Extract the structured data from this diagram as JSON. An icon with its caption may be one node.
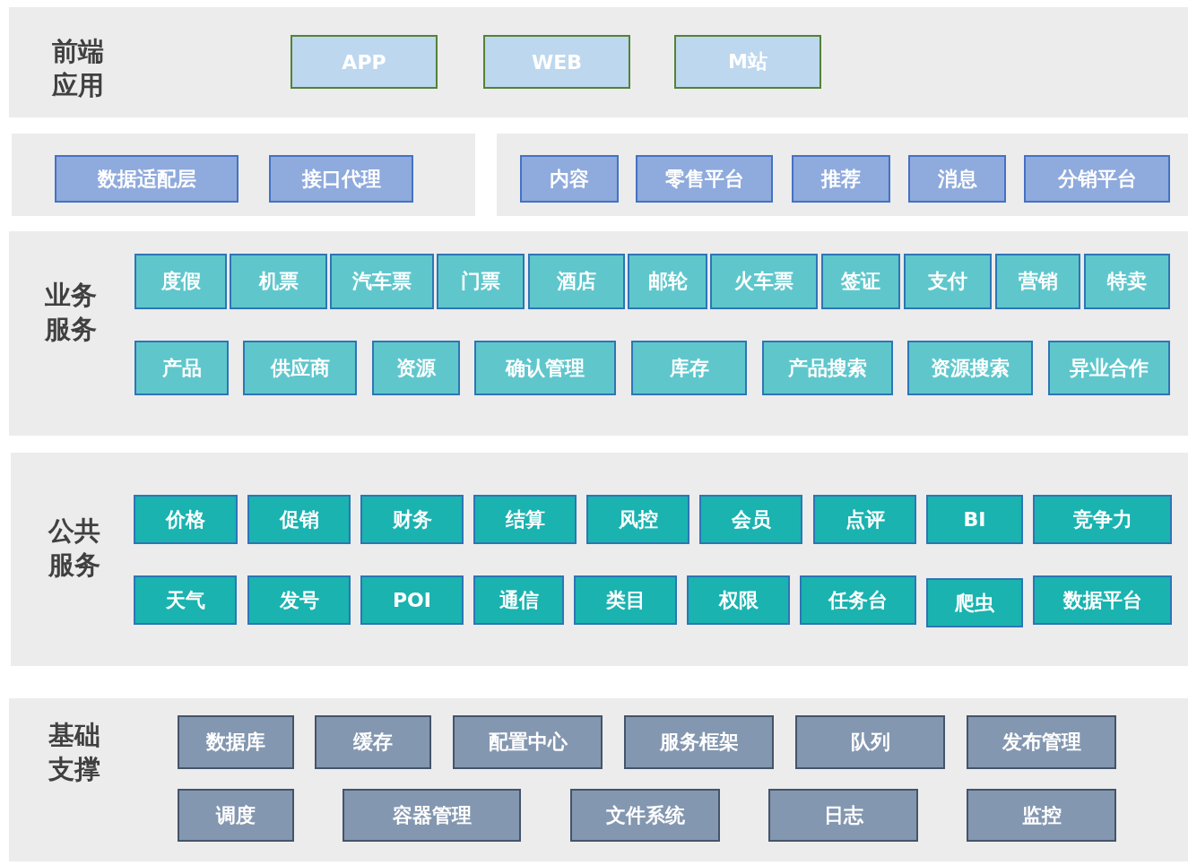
{
  "diagram": {
    "nodes": [
      {
        "text": [
          "前端应用"
        ]
      },
      {
        "text": [
          "APP"
        ],
        "in": 0
      },
      {
        "text": [
          "WEB"
        ],
        "in": 0
      },
      {
        "text": [
          "M站"
        ],
        "in": 0
      },
      {
        "text": [],
        "shape": "box"
      },
      {
        "text": [
          "数据适配层"
        ],
        "in": 4
      },
      {
        "text": [
          "接口代理"
        ],
        "in": 4
      },
      {
        "text": [],
        "shape": "box"
      },
      {
        "text": [
          "内容"
        ],
        "in": 7
      },
      {
        "text": [
          "零售平台"
        ],
        "in": 7
      },
      {
        "text": [
          "推荐"
        ],
        "in": 7
      },
      {
        "text": [
          "消息"
        ],
        "in": 7
      },
      {
        "text": [
          "分销平台"
        ],
        "in": 7
      },
      {
        "text": [
          "业务服务"
        ]
      },
      {
        "text": [
          "度假"
        ],
        "in": 13
      },
      {
        "text": [
          "机票"
        ],
        "in": 13
      },
      {
        "text": [
          "汽车票"
        ],
        "in": 13
      },
      {
        "text": [
          "门票"
        ],
        "in": 13
      },
      {
        "text": [
          "酒店"
        ],
        "in": 13
      },
      {
        "text": [
          "邮轮"
        ],
        "in": 13
      },
      {
        "text": [
          "火车票"
        ],
        "in": 13
      },
      {
        "text": [
          "签证"
        ],
        "in": 13
      },
      {
        "text": [
          "支付"
        ],
        "in": 13
      },
      {
        "text": [
          "营销"
        ],
        "in": 13
      },
      {
        "text": [
          "特卖"
        ],
        "in": 13
      },
      {
        "text": [
          "产品"
        ],
        "in": 13
      },
      {
        "text": [
          "供应商"
        ],
        "in": 13
      },
      {
        "text": [
          "资源"
        ],
        "in": 13
      },
      {
        "text": [
          "确认管理"
        ],
        "in": 13
      },
      {
        "text": [
          "库存"
        ],
        "in": 13
      },
      {
        "text": [
          "产品搜索"
        ],
        "in": 13
      },
      {
        "text": [
          "资源搜索"
        ],
        "in": 13
      },
      {
        "text": [
          "异业合作"
        ],
        "in": 13
      },
      {
        "text": [
          "公共服务"
        ]
      },
      {
        "text": [
          "价格"
        ],
        "in": 33
      },
      {
        "text": [
          "促销"
        ],
        "in": 33
      },
      {
        "text": [
          "财务"
        ],
        "in": 33
      },
      {
        "text": [
          "结算"
        ],
        "in": 33
      },
      {
        "text": [
          "风控"
        ],
        "in": 33
      },
      {
        "text": [
          "会员"
        ],
        "in": 33
      },
      {
        "text": [
          "点评"
        ],
        "in": 33
      },
      {
        "text": [
          "BI"
        ],
        "in": 33
      },
      {
        "text": [
          "竞争力"
        ],
        "in": 33
      },
      {
        "text": [
          "天气"
        ],
        "in": 33
      },
      {
        "text": [
          "发号"
        ],
        "in": 33
      },
      {
        "text": [
          "POI"
        ],
        "in": 33
      },
      {
        "text": [
          "通信"
        ],
        "in": 33
      },
      {
        "text": [
          "类目"
        ],
        "in": 33
      },
      {
        "text": [
          "权限"
        ],
        "in": 33
      },
      {
        "text": [
          "任务台"
        ],
        "in": 33
      },
      {
        "text": [
          "爬虫"
        ],
        "in": 33
      },
      {
        "text": [
          "数据平台"
        ],
        "in": 33
      },
      {
        "text": [
          "基础支撑"
        ]
      },
      {
        "text": [
          "数据库"
        ],
        "in": 52
      },
      {
        "text": [
          "缓存"
        ],
        "in": 52
      },
      {
        "text": [
          "配置中心"
        ],
        "in": 52
      },
      {
        "text": [
          "服务框架"
        ],
        "in": 52
      },
      {
        "text": [
          "队列"
        ],
        "in": 52
      },
      {
        "text": [
          "发布管理"
        ],
        "in": 52
      },
      {
        "text": [
          "调度"
        ],
        "in": 52
      },
      {
        "text": [
          "容器管理"
        ],
        "in": 52
      },
      {
        "text": [
          "文件系统"
        ],
        "in": 52
      },
      {
        "text": [
          "日志"
        ],
        "in": 52
      },
      {
        "text": [
          "监控"
        ],
        "in": 52
      }
    ],
    "edges": []
  }
}
